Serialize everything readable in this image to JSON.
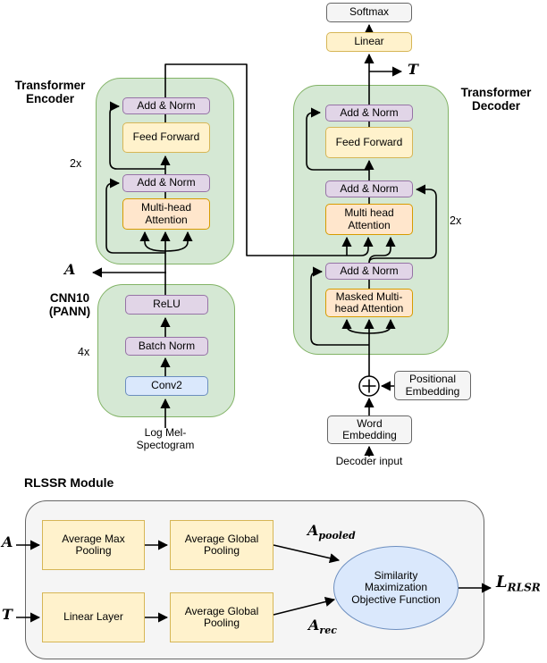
{
  "palette": {
    "container_green_fill": "#d5e8d4",
    "container_green_border": "#82b366",
    "purple_fill": "#e1d5e7",
    "purple_border": "#9673a6",
    "yellow_fill": "#fff2cc",
    "yellow_border": "#d6b656",
    "orange_fill": "#ffe6cc",
    "orange_border": "#d79b00",
    "blue_fill": "#dae8fc",
    "blue_border": "#6c8ebf",
    "gray_fill": "#f5f5f5",
    "gray_border": "#666666",
    "line": "#000000"
  },
  "top": {
    "softmax": "Softmax",
    "linear": "Linear",
    "t_label": "T"
  },
  "encoder": {
    "title": "Transformer Encoder",
    "repeat": "2x",
    "add_norm_top": "Add & Norm",
    "feed_forward": "Feed Forward",
    "add_norm_bottom": "Add & Norm",
    "attention": "Multi-head Attention",
    "output_label": "A"
  },
  "decoder": {
    "title": "Transformer Decoder",
    "repeat": "2x",
    "add_norm_top": "Add & Norm",
    "feed_forward": "Feed Forward",
    "add_norm_mid": "Add & Norm",
    "attention": "Multi head Attention",
    "add_norm_bottom": "Add & Norm",
    "masked_attention": "Masked Multi-head Attention",
    "positional_embedding": "Positional Embedding",
    "word_embedding": "Word Embedding",
    "input_label": "Decoder input"
  },
  "cnn": {
    "title": "CNN10 (PANN)",
    "repeat": "4x",
    "relu": "ReLU",
    "batch_norm": "Batch Norm",
    "conv": "Conv2",
    "input_label": "Log Mel-Spectogram"
  },
  "rlssr": {
    "title": "RLSSR Module",
    "a_label": "A",
    "t_label": "T",
    "avg_max_pooling": "Average Max Pooling",
    "linear_layer": "Linear Layer",
    "avg_global_pooling_top": "Average Global Pooling",
    "avg_global_pooling_bottom": "Average Global Pooling",
    "a_pooled": {
      "main": "A",
      "sub": "pooled"
    },
    "a_rec": {
      "main": "A",
      "sub": "rec"
    },
    "objective": "Similarity Maximization Objective Function",
    "loss": {
      "main": "L",
      "sub": "RLSR"
    }
  }
}
